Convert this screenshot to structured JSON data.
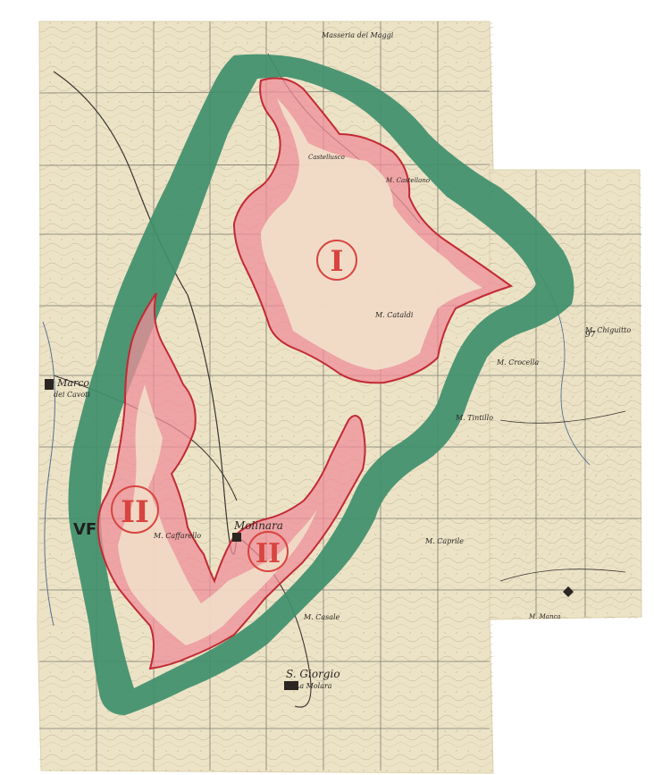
{
  "colors": {
    "paper": "#ece3c7",
    "paper_shadow": "#dccfa9",
    "grid": "#7e7a70",
    "green_buffer": "#3f8f6b",
    "pink_zone": "#ef8e9a",
    "pink_edge": "#c22a34",
    "zone_mark": "#d8443f",
    "road": "#3a3530"
  },
  "zone_labels": {
    "zone1": "I",
    "zone2": "II",
    "zone3": "II"
  },
  "big_label": "VF",
  "places": {
    "molinara": "Molinara",
    "san_marco": "S. Marco",
    "san_marco_sub": "dei Cavoti",
    "san_giorgio": "S. Giorgio",
    "san_giorgio_sub": "La Molara",
    "m_chiquitto": "M. Chiguitto",
    "m_crocella": "M. Crocella",
    "m_caffariello": "M. Caffarello",
    "m_castelmagno": "M. Castellano",
    "m_tintillo": "M. Tintillo",
    "m_casale": "M. Casale",
    "masseria_moggi": "Masseria dei Maggi",
    "castelluccio": "Castellusco",
    "m_cataldi": "M. Cataldi",
    "m_cucchi": "M. Caprile",
    "m_manenti": "M. Manca",
    "sheet_number": "97"
  }
}
